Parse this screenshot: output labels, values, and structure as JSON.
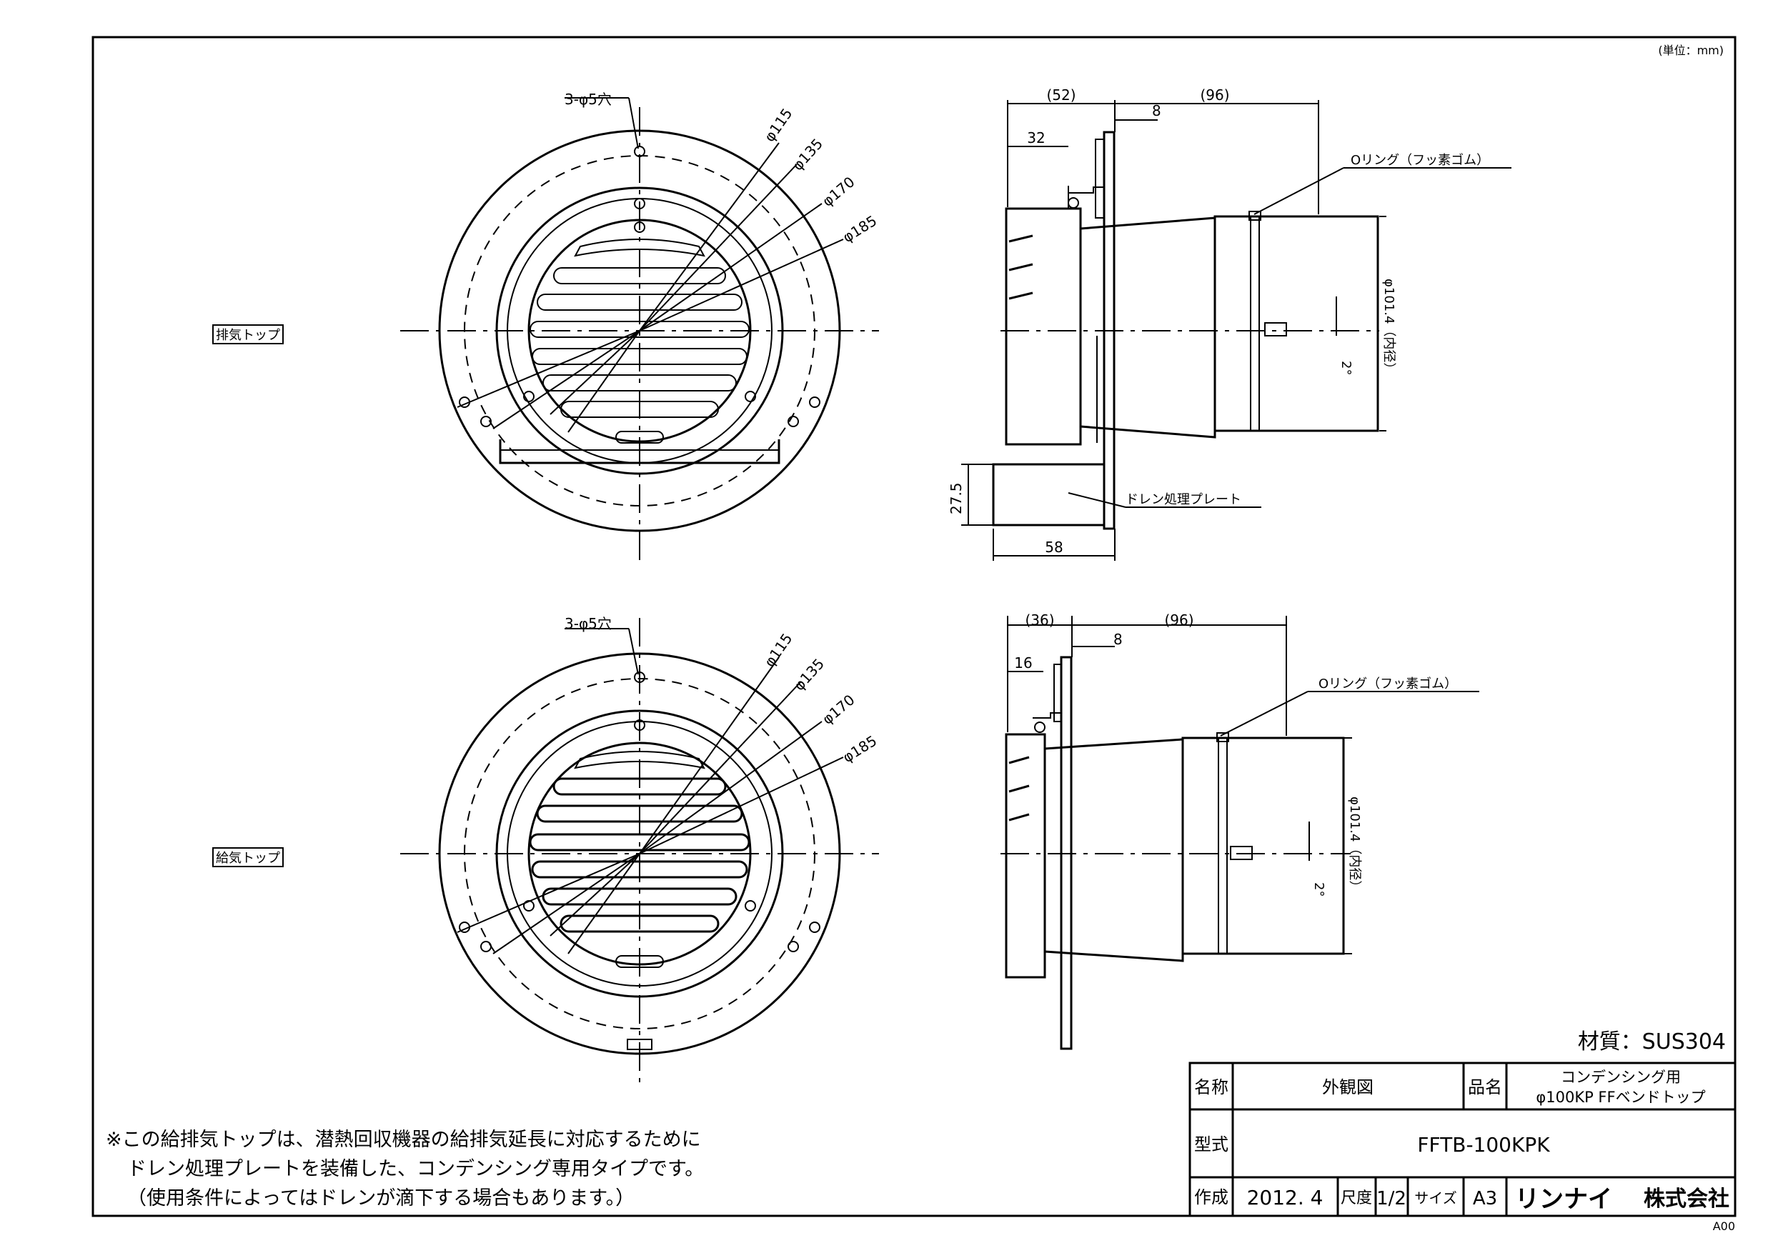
{
  "unit_note": "(単位：mm)",
  "labels": {
    "exhaust": "排気トップ",
    "intake": "給気トップ"
  },
  "front_view": {
    "hole_label": "3-φ5穴",
    "dia_115": "φ115",
    "dia_135": "φ135",
    "dia_170": "φ170",
    "dia_185": "φ185"
  },
  "side_view_top": {
    "d52": "(52)",
    "d96": "(96)",
    "d8": "8",
    "d32": "32",
    "oring": "Oリング（フッ素ゴム）",
    "inner_dia": "φ101.4（内径）",
    "angle": "2°",
    "drain": "ドレン処理プレート",
    "d275": "27.5",
    "d58": "58"
  },
  "side_view_bottom": {
    "d36": "(36)",
    "d96": "(96)",
    "d8": "8",
    "d16": "16",
    "oring": "Oリング（フッ素ゴム）",
    "inner_dia": "φ101.4（内径）",
    "angle": "2°"
  },
  "material": "材質：SUS304",
  "notes": [
    "※この給排気トップは、潜熱回収機器の給排気延長に対応するために",
    "ドレン処理プレートを装備した、コンデンシング専用タイプです。",
    "（使用条件によってはドレンが滴下する場合もあります。）"
  ],
  "title_block": {
    "name_label": "名称",
    "name_value": "外観図",
    "product_label": "品名",
    "product_line1": "コンデンシング用",
    "product_line2": "φ100KP FFベンドトップ",
    "model_label": "型式",
    "model_value": "FFTB-100KPK",
    "made_label": "作成",
    "made_value": "2012. 4",
    "scale_label": "尺度",
    "scale_value": "1/2",
    "size_label": "サイズ",
    "size_value": "A3",
    "company_logo": "リンナイ",
    "company_suffix": "株式会社"
  },
  "revision": "A00"
}
